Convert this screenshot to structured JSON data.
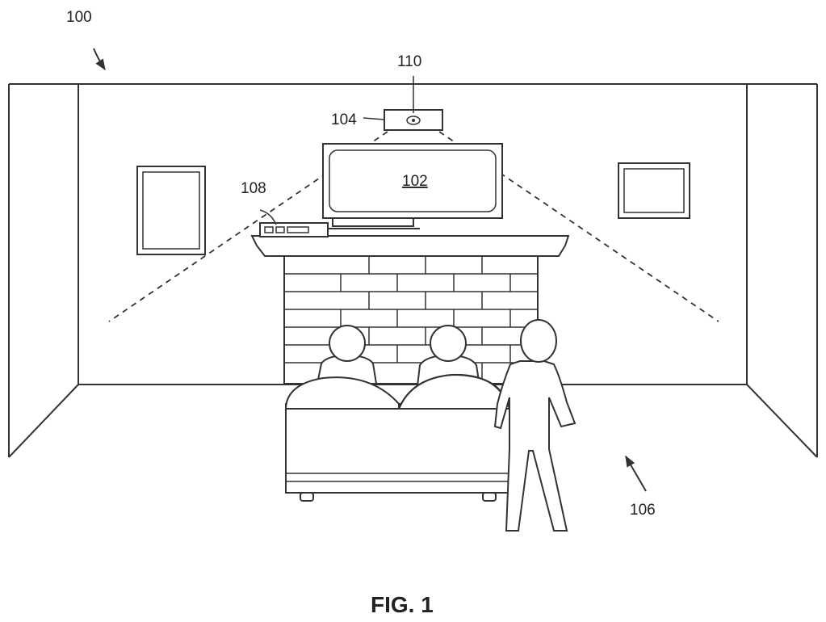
{
  "labels": {
    "room": "100",
    "display": "102",
    "projector": "104",
    "floor_area": "106",
    "media_box": "108",
    "lens": "110"
  },
  "caption": "FIG. 1"
}
